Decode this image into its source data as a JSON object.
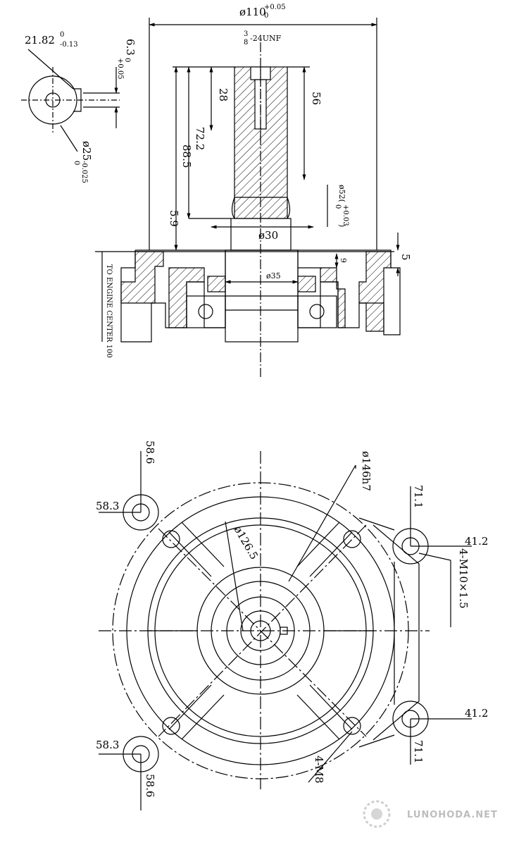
{
  "dimensions": {
    "d110": "ø110",
    "d110_tol_up": "+0.05",
    "d110_tol_low": "0",
    "d21": "21.82",
    "d21_tol_up": "0",
    "d21_tol_low": "-0.13",
    "d6": "6.3",
    "d6_tol_up": "+0.05",
    "d6_tol_low": "0",
    "d25": "ø25",
    "d25_tol_up": "0",
    "d25_tol_low": "-0.025",
    "thread_num": "3",
    "thread_den": "8",
    "thread_rest": "-24UNF",
    "d28": "28",
    "d56": "56",
    "d72": "72.2",
    "d88": "88.5",
    "d5_9": "5.9",
    "d52": "ø52(",
    "d52_tol_up": "+0.03",
    "d52_tol_low": "0",
    "d52_close": ")",
    "d30": "ø30",
    "d35": "ø35",
    "d9": "9",
    "d5": "5",
    "engine_center": "TO ENGINE CENTER 100",
    "d58_6_top": "58.6",
    "d58_3_top": "58.3",
    "d146": "ø146h7",
    "d126": "ø126.5",
    "d71_top": "71.1",
    "d41_top": "41.2",
    "m10": "4-M10×1.5",
    "d41_bot": "41.2",
    "d71_bot": "71.1",
    "d58_3_bot": "58.3",
    "d58_6_bot": "58.6",
    "m8": "4-M8"
  },
  "watermark": "LUNOHODA.NET"
}
